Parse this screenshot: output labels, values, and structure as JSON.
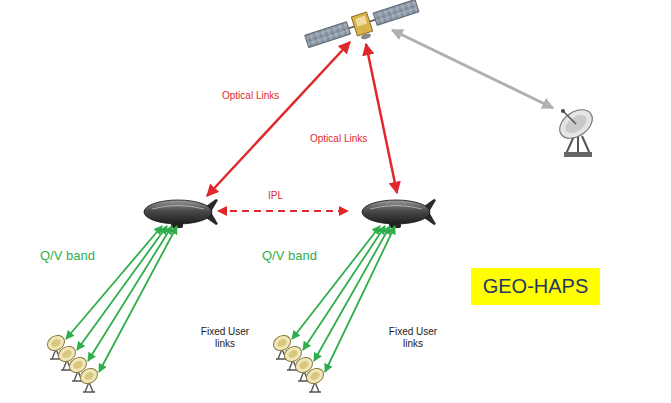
{
  "diagram": {
    "nodes": [
      {
        "text": [
          "GEO-HAPS"
        ]
      }
    ],
    "labels": [
      "Optical Links",
      "Optical Links",
      "IPL",
      "Q/V band",
      "Q/V band",
      "Fixed User links",
      "Fixed User links"
    ]
  }
}
